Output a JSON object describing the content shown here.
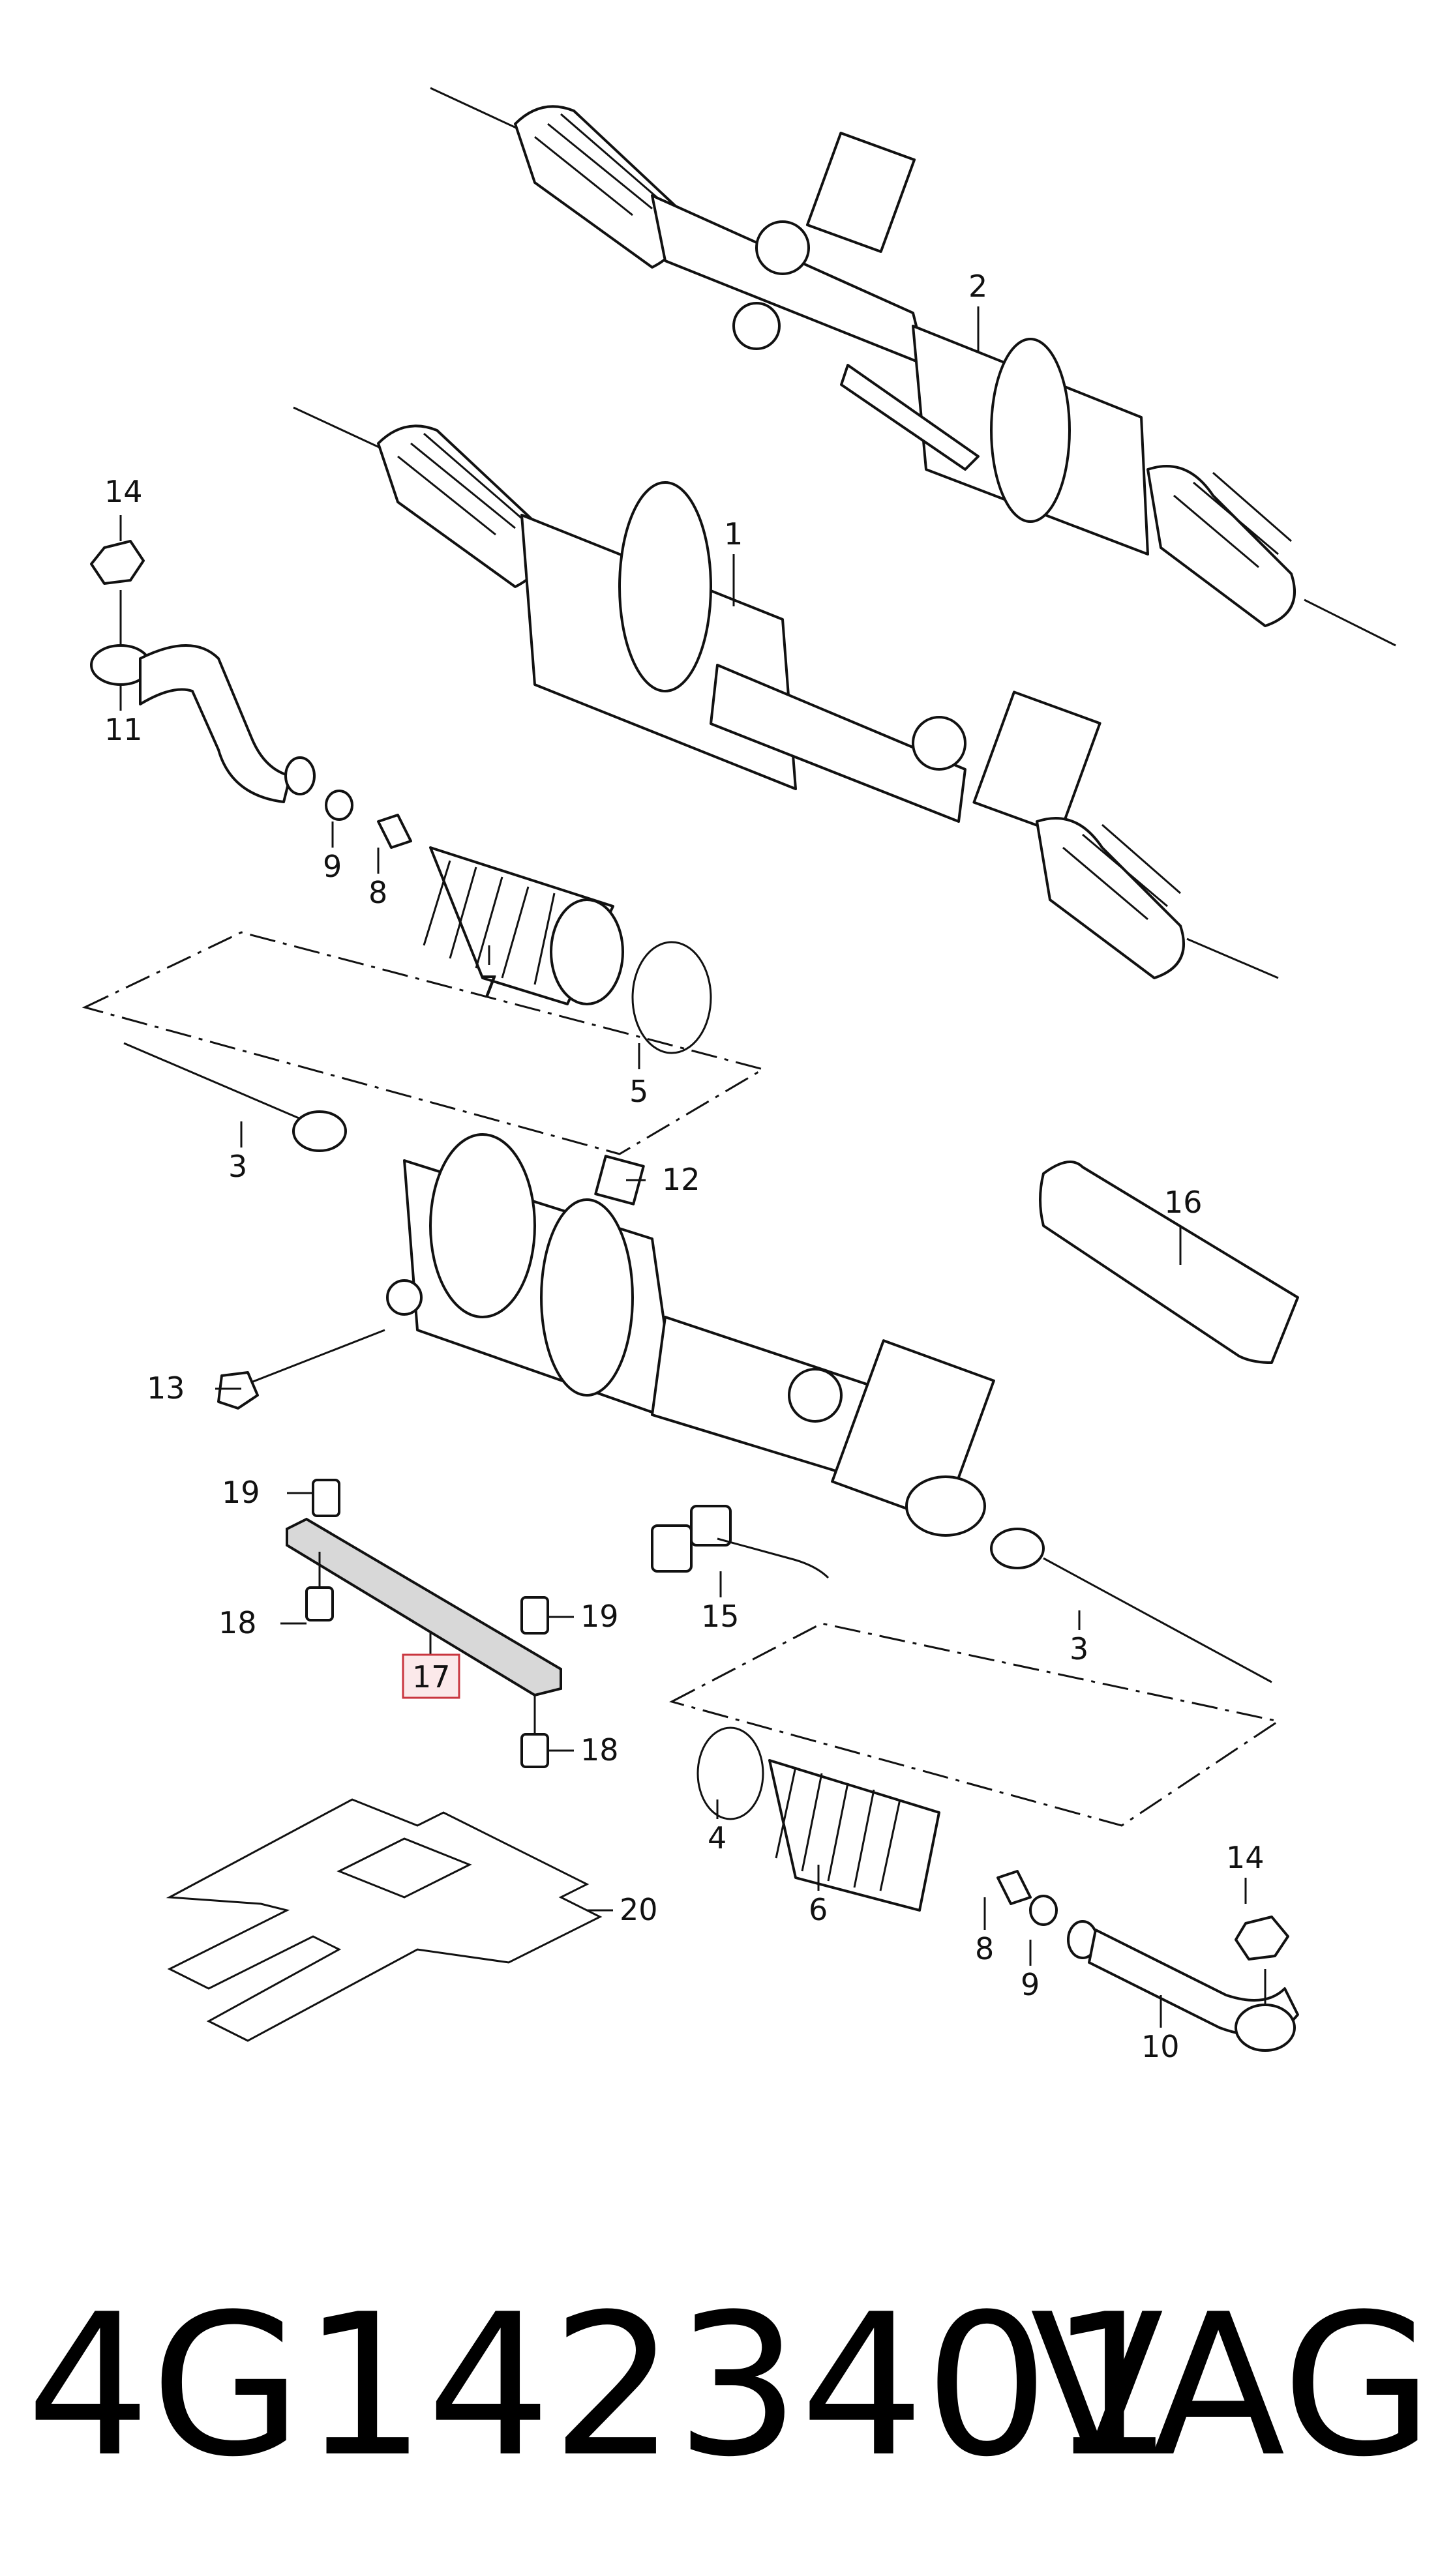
{
  "footer": {
    "part_number": "4G1423401",
    "brand": "VAG"
  },
  "callouts": {
    "c1": "1",
    "c2": "2",
    "c3a": "3",
    "c3b": "3",
    "c4": "4",
    "c5": "5",
    "c6": "6",
    "c7": "7",
    "c8a": "8",
    "c8b": "8",
    "c9a": "9",
    "c9b": "9",
    "c10": "10",
    "c11": "11",
    "c12": "12",
    "c13": "13",
    "c14a": "14",
    "c14b": "14",
    "c15": "15",
    "c16": "16",
    "c17": "17",
    "c18a": "18",
    "c18b": "18",
    "c19a": "19",
    "c19b": "19",
    "c20": "20"
  },
  "colors": {
    "highlight_stroke": "#c9363f",
    "highlight_fill": "#fbe9ea",
    "line": "#111111"
  }
}
